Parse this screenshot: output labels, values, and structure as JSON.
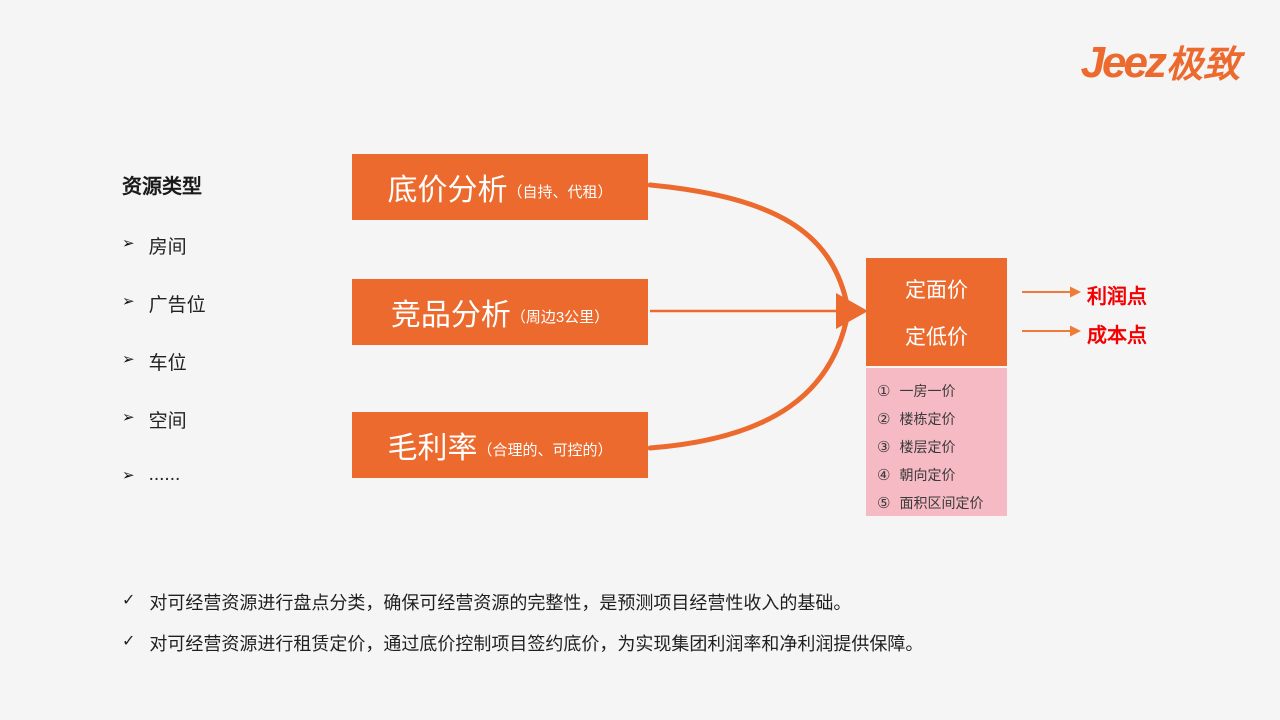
{
  "logo": {
    "brand": "Jeez",
    "suffix": "极致"
  },
  "colors": {
    "orange": "#ec6a2d",
    "pink": "#f6bac4",
    "red": "#f40000",
    "background": "#f5f5f6"
  },
  "resource_panel": {
    "title": "资源类型",
    "bullet": "➢",
    "items": [
      "房间",
      "广告位",
      "车位",
      "空间",
      "......"
    ]
  },
  "analysis_boxes": [
    {
      "main": "底价分析",
      "note": "（自持、代租）"
    },
    {
      "main": "竞品分析",
      "note": "（周边3公里）"
    },
    {
      "main": "毛利率",
      "note": "（合理的、可控的）"
    }
  ],
  "result_box": {
    "line1": "定面价",
    "line2": "定低价"
  },
  "pricing_methods": [
    {
      "num": "①",
      "label": "一房一价"
    },
    {
      "num": "②",
      "label": "楼栋定价"
    },
    {
      "num": "③",
      "label": "楼层定价"
    },
    {
      "num": "④",
      "label": "朝向定价"
    },
    {
      "num": "⑤",
      "label": "面积区间定价"
    }
  ],
  "outputs": [
    {
      "label": "利润点"
    },
    {
      "label": "成本点"
    }
  ],
  "summary": {
    "check": "✓",
    "lines": [
      "对可经营资源进行盘点分类，确保可经营资源的完整性，是预测项目经营性收入的基础。",
      "对可经营资源进行租赁定价，通过底价控制项目签约底价，为实现集团利润率和净利润提供保障。"
    ]
  }
}
